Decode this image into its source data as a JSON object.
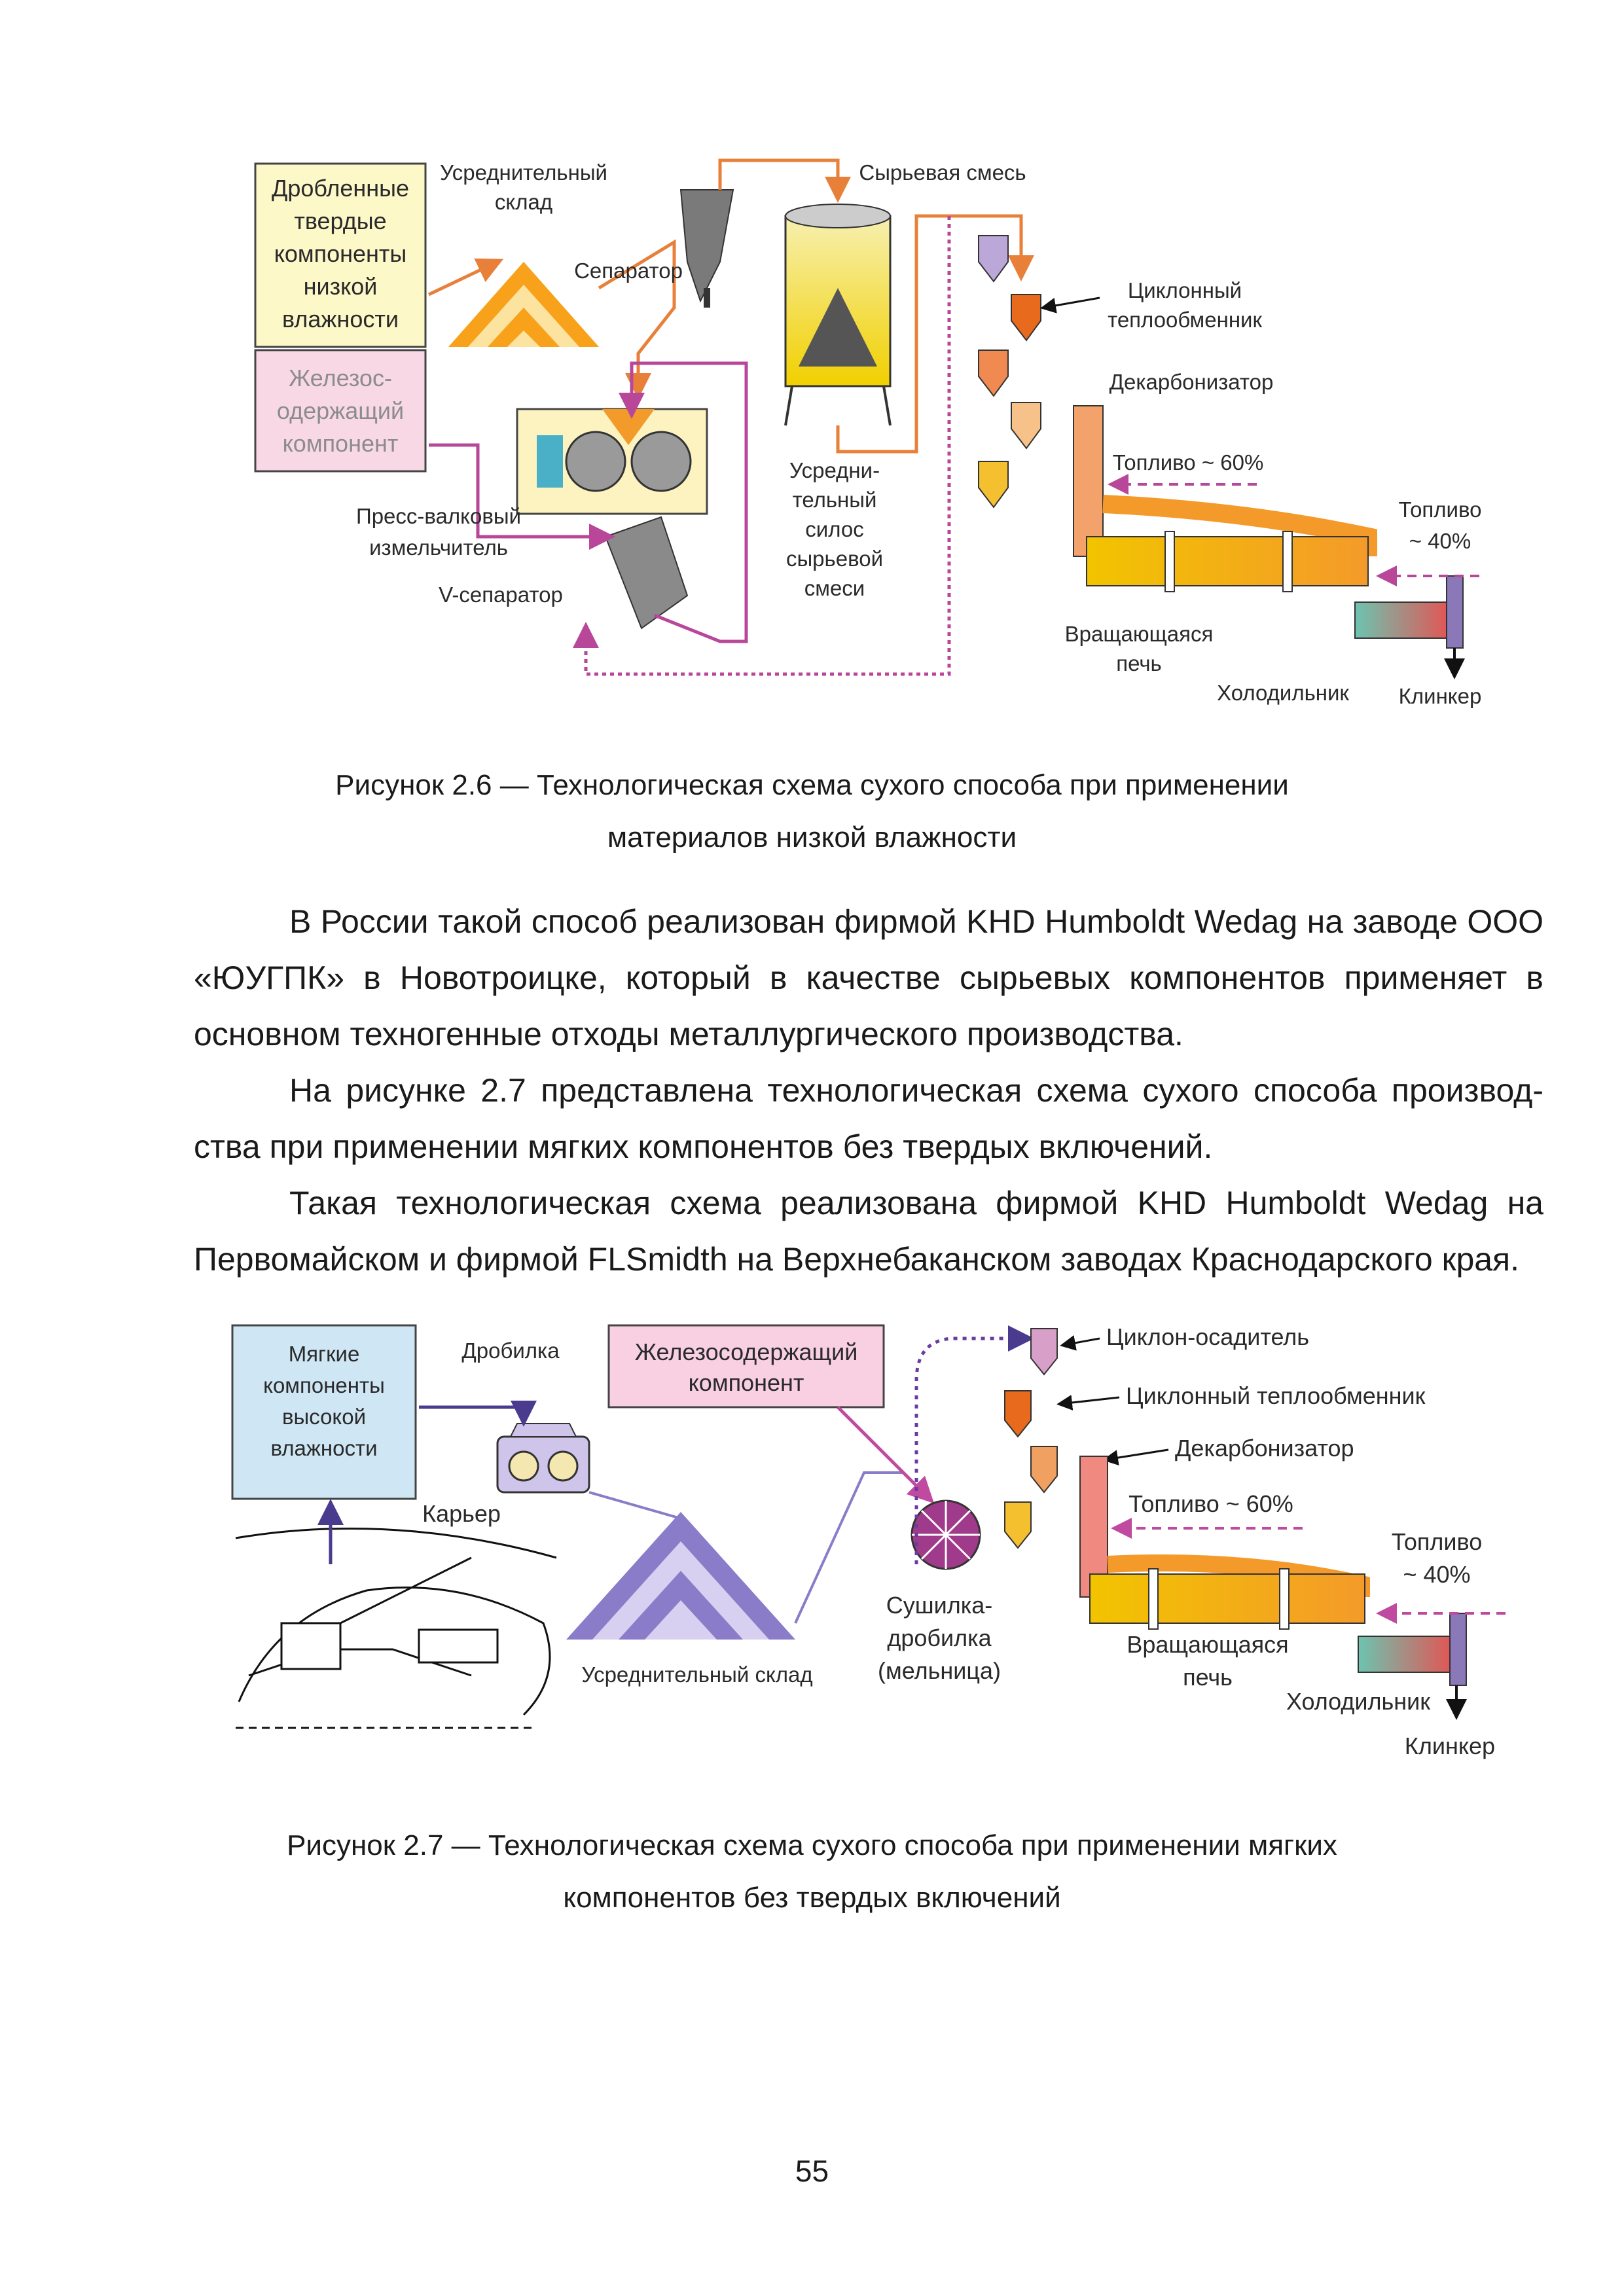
{
  "figure_1": {
    "labels": {
      "crushed": [
        "Дробленные",
        "твердые",
        "компоненты",
        "низкой",
        "влажности"
      ],
      "iron": [
        "Железос-",
        "одержащий",
        "компонент"
      ],
      "storage": [
        "Усреднительный",
        "склад"
      ],
      "separator": "Сепаратор",
      "raw_mix": "Сырьевая смесь",
      "cyclone": [
        "Циклонный",
        "теплообменник"
      ],
      "decarb": "Декарбонизатор",
      "fuel60": "Топливо ~ 60%",
      "fuel40": [
        "Топливо",
        "~ 40%"
      ],
      "press": [
        "Пресс-валковый",
        "измельчитель"
      ],
      "vsep": "V-сепаратор",
      "silo": [
        "Усредни-",
        "тельный",
        "силос",
        "сырьевой",
        "смеси"
      ],
      "kiln": [
        "Вращающаяся",
        "печь"
      ],
      "cooler": "Холодильник",
      "clinker": "Клинкер"
    },
    "caption": [
      "Рисунок 2.6  — Технологическая схема сухого способа при применении",
      "материалов низкой влажности"
    ]
  },
  "body": {
    "p1": "В России такой способ реализован фирмой KHD Humboldt Wedag на заводе ООО «ЮУГПК» в Новотроицке, который в качестве сырьевых компонентов применяет в основном техногенные отходы металлургического производства.",
    "p2": "На рисунке 2.7 представлена технологическая схема сухого способа производ­ства при применении мягких компонентов без твердых включений.",
    "p3": "Такая технологическая схема реализована фирмой KHD Humboldt Wedag на Первомайском и фирмой FLSmidth на Верхнебаканском заводах Краснодарского края."
  },
  "figure_2": {
    "labels": {
      "soft": [
        "Мягкие",
        "компоненты",
        "высокой",
        "влажности"
      ],
      "crusher": "Дробилка",
      "iron": [
        "Железосодержащий",
        "компонент"
      ],
      "cyclone_settler": "Циклон-осадитель",
      "cyclone": "Циклонный теплообменник",
      "decarb": "Декарбонизатор",
      "fuel60": "Топливо ~ 60%",
      "fuel40": [
        "Топливо",
        "~ 40%"
      ],
      "quarry": "Карьер",
      "storage": "Усреднительный склад",
      "dryer": [
        "Сушилка-",
        "дробилка",
        "(мельница)"
      ],
      "kiln": [
        "Вращающаяся",
        "печь"
      ],
      "cooler": "Холодильник",
      "clinker": "Клинкер"
    },
    "caption": [
      "Рисунок 2.7 — Технологическая схема сухого способа при применении мягких",
      "компонентов без твердых включений"
    ]
  },
  "page_number": "55"
}
